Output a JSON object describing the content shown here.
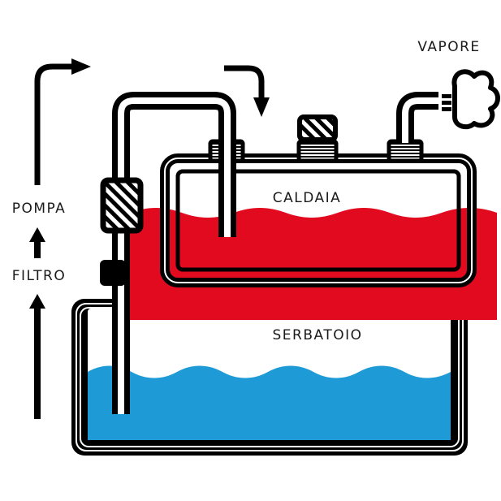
{
  "labels": {
    "vapore": "VAPORE",
    "caldaia": "CALDAIA",
    "serbatoio": "SERBATOIO",
    "pompa": "POMPA",
    "filtro": "FILTRO"
  },
  "colors": {
    "hot_water": "#e20a1f",
    "cold_water": "#1e9bd7",
    "outline": "#000000"
  }
}
